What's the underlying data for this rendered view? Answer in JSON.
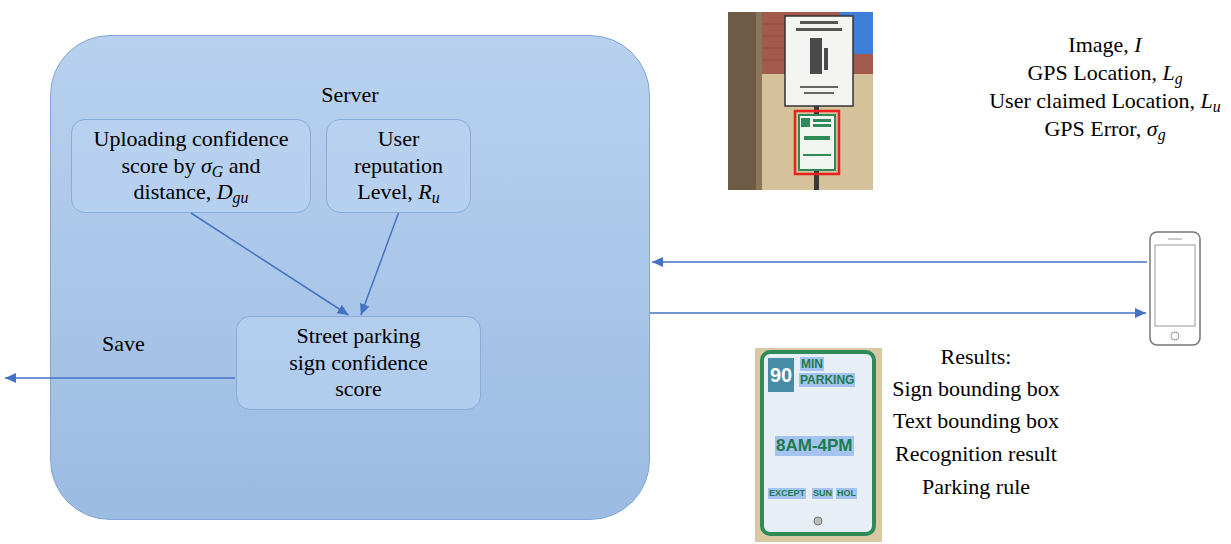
{
  "diagram": {
    "nodes": [
      {
        "text": [
          "Server"
        ]
      },
      {
        "text": [
          "Uploading confidence score by σG and distance, Dgu"
        ],
        "in": 0
      },
      {
        "text": [
          "User reputation Level, Ru"
        ],
        "in": 0
      },
      {
        "text": [
          "Street parking sign confidence score"
        ],
        "in": 0
      }
    ],
    "edges": [
      {
        "from": 1,
        "to": 3,
        "arrow": "to"
      },
      {
        "from": 2,
        "to": 3,
        "arrow": "to"
      }
    ],
    "labels": [
      "Save",
      "Image, I",
      "GPS Location, Lg",
      "User claimed Location, Lu",
      "GPS Error, σg",
      "Results:",
      "Sign bounding box",
      "Text bounding box",
      "Recognition result",
      "Parking rule",
      "90",
      "MIN",
      "PARKING",
      "8AM-4PM",
      "EXCEPT",
      "SUN",
      "HOL"
    ]
  }
}
